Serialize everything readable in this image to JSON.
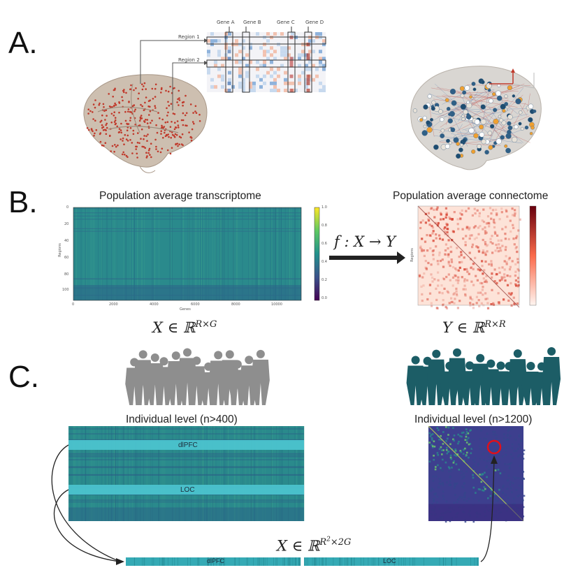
{
  "panel_a": {
    "letter": "A.",
    "region_1": "Region 1",
    "region_2": "Region 2",
    "genes": [
      "Gene A",
      "Gene B",
      "Gene C",
      "Gene D"
    ]
  },
  "panel_b": {
    "letter": "B.",
    "transcriptome_title": "Population average transcriptome",
    "connectome_title": "Population average connectome",
    "transcriptome_xlabel": "Genes",
    "transcriptome_ylabel": "Regions",
    "connectome_ylabel": "Regions",
    "transcriptome_xticks": [
      "0",
      "2000",
      "4000",
      "6000",
      "8000",
      "10000"
    ],
    "transcriptome_yticks": [
      "0",
      "20",
      "40",
      "60",
      "80",
      "100"
    ],
    "colorbar_ticks": [
      "1.0",
      "0.8",
      "0.6",
      "0.4",
      "0.2",
      "0.0"
    ],
    "mapping": "f : X → Y",
    "x_def": "X ∈ ℝ",
    "x_sup": "R×G",
    "y_def": "Y ∈ ℝ",
    "y_sup": "R×R"
  },
  "panel_c": {
    "letter": "C.",
    "left_title": "Individual level  (n>400)",
    "right_title": "Individual level  (n>1200)",
    "row_1": "dlPFC",
    "row_2": "LOC",
    "x_def": "X ∈ ℝ",
    "x_sup_base": "R",
    "x_sup_exp": "2",
    "x_sup_rest": "×2G",
    "bar_left": "dlPFC",
    "bar_right": "LOC"
  },
  "colors": {
    "viridis_teal": "#2a8a8c",
    "highlight_cyan": "#4cc4cf",
    "gray_people": "#8e8e8e",
    "teal_people": "#1c5d66",
    "dot_red": "#c0392b",
    "circle_red": "#e0101a",
    "connectome_red": "#d7402f"
  }
}
